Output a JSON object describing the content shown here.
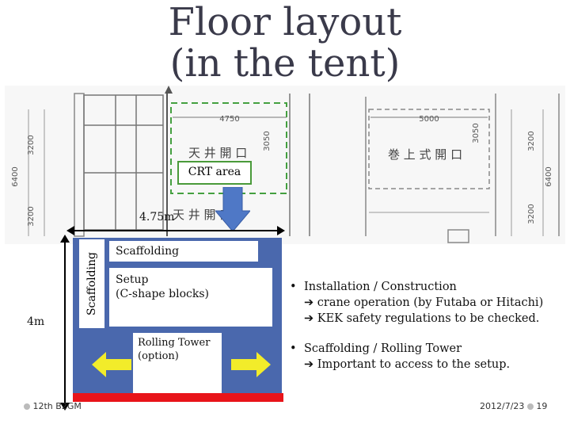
{
  "title": {
    "line1": "Floor layout",
    "line2": "(in the tent)"
  },
  "drawing": {
    "dims": {
      "w1": "4750",
      "h1": "3050",
      "w2": "5000",
      "h2": "3050",
      "l1": "3200",
      "l2": "6400",
      "l3": "3200",
      "r1": "3200",
      "r2": "6400",
      "r3": "3200"
    },
    "kanji1": "天 井 開 口",
    "kanji2": "巻 上 式 開 口",
    "kanji3": "天 井 開 口"
  },
  "crt_area": "CRT area",
  "width_label": "4.75m",
  "depth_label": "4m",
  "boxes": {
    "scaffolding_top": "Scaffolding",
    "scaffolding_side": "Scaffolding",
    "setup_line1": "Setup",
    "setup_line2": "(C-shape blocks)",
    "rolling_line1": "Rolling Tower",
    "rolling_line2": "(option)"
  },
  "bullets": [
    {
      "text": "Installation / Construction",
      "subs": [
        "crane operation (by Futaba or Hitachi)",
        "KEK safety regulations to be checked."
      ]
    },
    {
      "text": "Scaffolding / Rolling Tower",
      "subs": [
        "Important to access to the setup."
      ]
    }
  ],
  "footer": {
    "left": "12th B2GM",
    "date": "2012/7/23",
    "page": "19"
  },
  "colors": {
    "blue": "#4a68ad",
    "red": "#e8141a",
    "yellow": "#f2ec2a",
    "arrow": "#4f78c6",
    "green": "#4a9a3a"
  }
}
